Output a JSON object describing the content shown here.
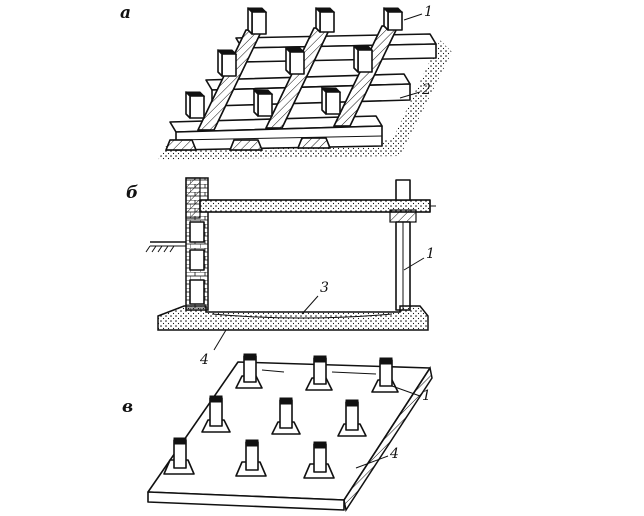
{
  "panels": {
    "a": {
      "letter": "а",
      "callouts": [
        "1",
        "2"
      ]
    },
    "b": {
      "letter": "б",
      "callouts": [
        "1",
        "3",
        "4"
      ]
    },
    "v": {
      "letter": "в",
      "callouts": [
        "1",
        "4"
      ]
    }
  }
}
